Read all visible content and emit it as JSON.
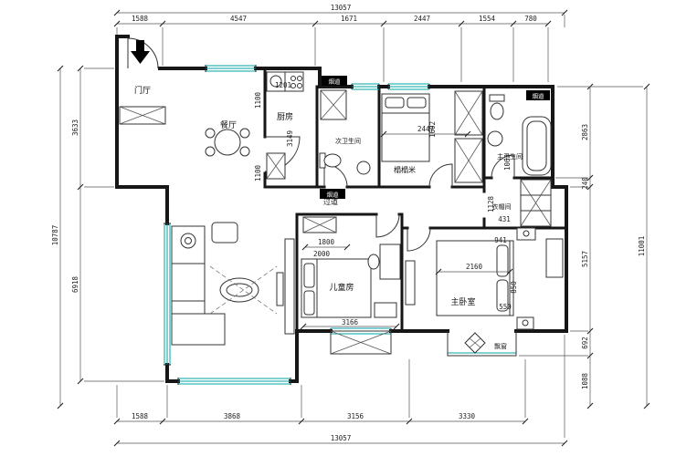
{
  "title": "apartment-floor-plan",
  "dims": {
    "top": {
      "total": "13057",
      "segs": [
        "1588",
        "4547",
        "1671",
        "2447",
        "1554",
        "780"
      ]
    },
    "bottom": {
      "total": "13057",
      "segs": [
        "1588",
        "3868",
        "3156",
        "3330"
      ]
    },
    "left": {
      "total": "10787",
      "segs": [
        "3633",
        "6918"
      ]
    },
    "right": {
      "total": "11001",
      "segs": [
        "2863",
        "240",
        "5157",
        "692",
        "1088"
      ]
    }
  },
  "rooms": {
    "foyer": "门厅",
    "dining": "餐厅",
    "kitchen": "厨房",
    "bath2": "次卫生间",
    "tatami": "榻榻米",
    "bath1": "主卫生间",
    "closet": "衣帽间",
    "hall": "过道",
    "kids": "儿童房",
    "master": "主卧室",
    "bay": "飘窗"
  },
  "flue": "烟道",
  "inner": {
    "k_top": "1100",
    "k_width": "1201",
    "k_depth": "3149",
    "k_bottom": "1100",
    "t_width": "2447",
    "t_bed": "1602",
    "b_depth": "1063",
    "c_width": "1128",
    "c_a": "431",
    "c_b": "941",
    "kid_a": "1800",
    "kid_b": "2000",
    "kid_w": "3166",
    "m_bed": "2160",
    "m_a": "550",
    "m_b": "850"
  }
}
